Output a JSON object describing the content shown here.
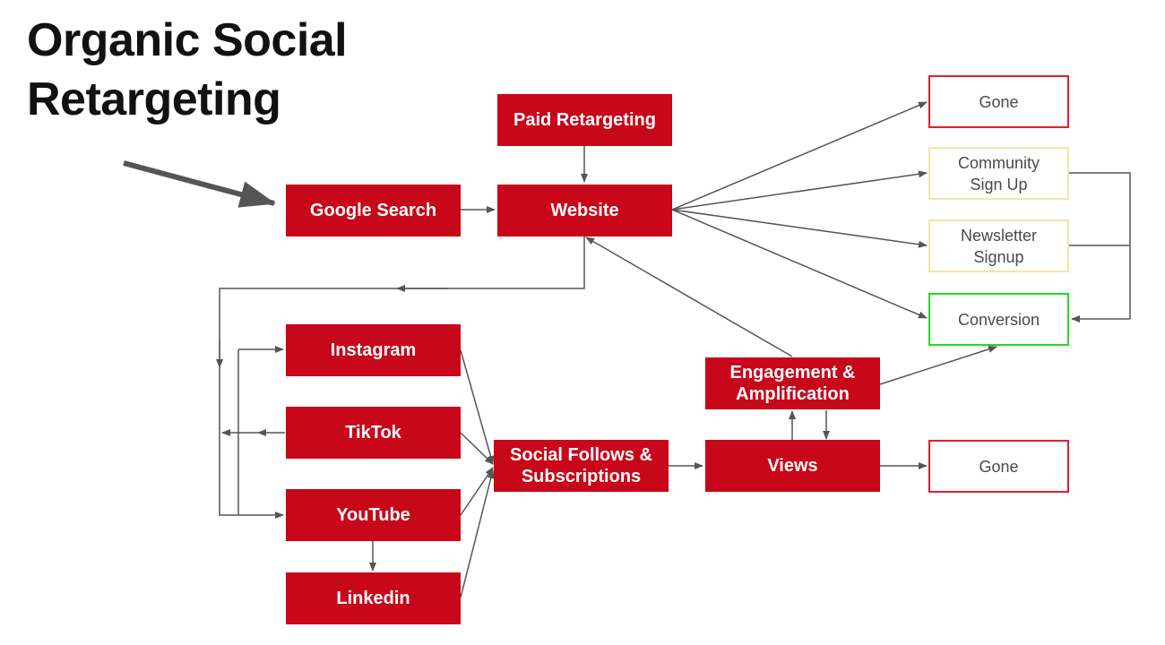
{
  "title": {
    "line1": "Organic Social",
    "line2": "Retargeting"
  },
  "nodes": {
    "paid_retargeting": "Paid Retargeting",
    "google_search": "Google Search",
    "website": "Website",
    "instagram": "Instagram",
    "tiktok": "TikTok",
    "youtube": "YouTube",
    "linkedin": "Linkedin",
    "social_follows": "Social Follows &\nSubscriptions",
    "engagement": "Engagement &\nAmplification",
    "views": "Views",
    "gone_top": "Gone",
    "community": "Community\nSign Up",
    "newsletter": "Newsletter\nSignup",
    "conversion": "Conversion",
    "gone_bottom": "Gone"
  },
  "colors": {
    "brand_red": "#c8071a",
    "gone_border": "#e0202a",
    "signup_border": "#f5e4a8",
    "conversion_border": "#22dd22",
    "arrow": "#555555"
  }
}
